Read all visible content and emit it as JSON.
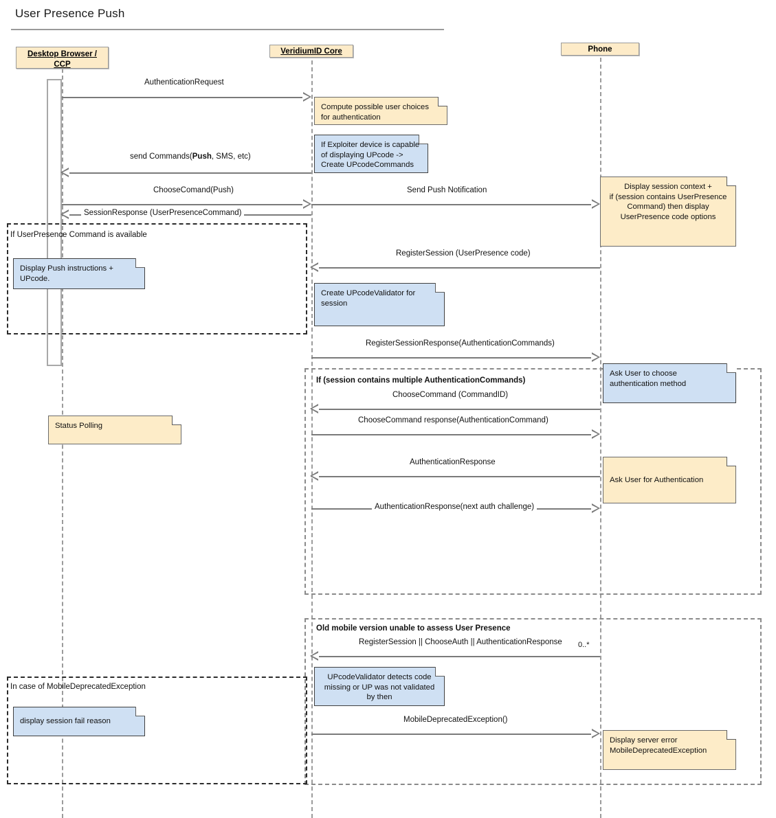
{
  "diagram": {
    "title": "User Presence Push",
    "type": "uml-sequence-diagram"
  },
  "participants": [
    {
      "id": "browser",
      "label_line1": "Desktop Browser /",
      "label_line2": "CCP",
      "underlined": true
    },
    {
      "id": "core",
      "label_line1": "VeridiumID Core",
      "label_line2": "",
      "underlined": true
    },
    {
      "id": "phone",
      "label_line1": "Phone",
      "label_line2": "",
      "underlined": false
    }
  ],
  "messages": [
    {
      "id": "m1",
      "label": "AuthenticationRequest",
      "from": "browser",
      "to": "core",
      "direction": "right"
    },
    {
      "id": "m2",
      "label": "send Commands(Push, SMS, etc)",
      "from": "core",
      "to": "browser",
      "direction": "left",
      "bold_part": "Push"
    },
    {
      "id": "m3",
      "label": "ChooseComand(Push)",
      "from": "browser",
      "to": "core",
      "direction": "right"
    },
    {
      "id": "m4",
      "label": "Send Push Notification",
      "from": "core",
      "to": "phone",
      "direction": "right"
    },
    {
      "id": "m5",
      "label": "SessionResponse (UserPresenceCommand)",
      "from": "core",
      "to": "browser",
      "direction": "left"
    },
    {
      "id": "m6",
      "label": "RegisterSession (UserPresence code)",
      "from": "phone",
      "to": "core",
      "direction": "left"
    },
    {
      "id": "m7",
      "label": "RegisterSessionResponse(AuthenticationCommands)",
      "from": "core",
      "to": "phone",
      "direction": "right"
    },
    {
      "id": "m8",
      "label": "ChooseCommand (CommandID)",
      "from": "phone",
      "to": "core",
      "direction": "left"
    },
    {
      "id": "m9",
      "label": "ChooseCommand response(AuthenticationCommand)",
      "from": "core",
      "to": "phone",
      "direction": "right"
    },
    {
      "id": "m10",
      "label": "AuthenticationResponse",
      "from": "phone",
      "to": "core",
      "direction": "left"
    },
    {
      "id": "m11",
      "label": "AuthenticationResponse(next auth challenge)",
      "from": "core",
      "to": "phone",
      "direction": "right"
    },
    {
      "id": "m12",
      "label": "RegisterSession || ChooseAuth || AuthenticationResponse",
      "from": "phone",
      "to": "core",
      "direction": "left",
      "multiplicity": "0..*"
    },
    {
      "id": "m13",
      "label": "MobileDeprecatedException()",
      "from": "core",
      "to": "phone",
      "direction": "right"
    }
  ],
  "notes": [
    {
      "id": "n1",
      "color": "yellow",
      "align": "left",
      "text": "Compute possible user choices\nfor authentication"
    },
    {
      "id": "n2",
      "color": "blue",
      "align": "left",
      "text": "If Exploiter device is capable\nof displaying UPcode ->\nCreate UPcodeCommands"
    },
    {
      "id": "n3",
      "color": "yellow",
      "align": "center",
      "text": "Display session context +\nif (session contains UserPresence\nCommand) then display\nUserPresence code options"
    },
    {
      "id": "n4",
      "color": "blue",
      "align": "left",
      "text": "Display Push instructions +\nUPcode."
    },
    {
      "id": "n5",
      "color": "blue",
      "align": "left",
      "text": "Create UPcodeValidator for\nsession"
    },
    {
      "id": "n6",
      "color": "yellow",
      "align": "left",
      "text": "Status Polling"
    },
    {
      "id": "n7",
      "color": "blue",
      "align": "left",
      "text": "Ask User to choose\nauthentication method"
    },
    {
      "id": "n8",
      "color": "yellow",
      "align": "left",
      "text": "Ask User for Authentication"
    },
    {
      "id": "n9",
      "color": "blue",
      "align": "center",
      "text": "UPcodeValidator detects code\nmissing or UP was not validated\nby then"
    },
    {
      "id": "n10",
      "color": "blue",
      "align": "left",
      "text": "display session fail reason"
    },
    {
      "id": "n11",
      "color": "yellow",
      "align": "left",
      "text": "Display server error\nMobileDeprecatedException"
    }
  ],
  "fragments": [
    {
      "id": "f1",
      "label": "If UserPresence Command is available",
      "bold": false
    },
    {
      "id": "f2",
      "label": "If (session contains multiple AuthenticationCommands)",
      "bold": true
    },
    {
      "id": "f3",
      "label": "Old mobile version unable to assess User Presence",
      "bold": true
    },
    {
      "id": "f4",
      "label": "In case of MobileDeprecatedException",
      "bold": false
    }
  ],
  "colors": {
    "note_yellow": "#fdecc8",
    "note_blue": "#cfe0f3",
    "participant_fill": "#fdebc8",
    "line": "#7a7a7a",
    "lifeline": "#9b9b9b",
    "fragment_border": "#2b2b2b"
  }
}
